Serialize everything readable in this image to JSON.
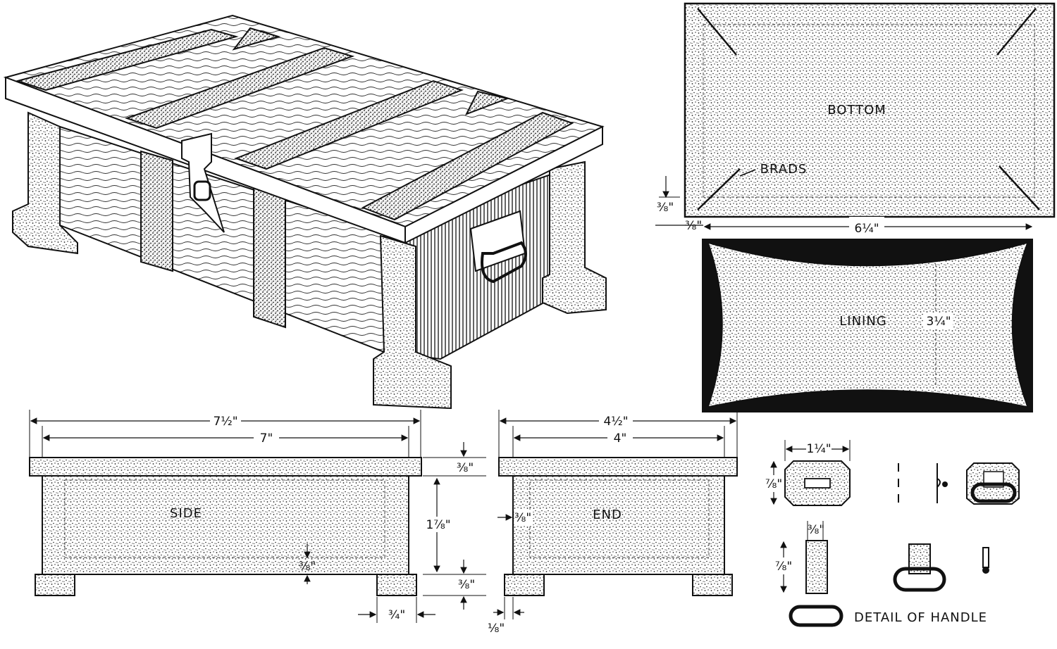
{
  "labels": {
    "bottom": "BOTTOM",
    "brads": "BRADS",
    "lining": "LINING",
    "side": "SIDE",
    "end": "END",
    "detail_of_handle": "DETAIL OF HANDLE"
  },
  "dimensions": {
    "bottom_width": "6¼\"",
    "bottom_border_v": "⅜\"",
    "bottom_border_h": "⅜\"",
    "lining_height": "3¼\"",
    "side_overall": "7½\"",
    "side_body": "7\"",
    "side_lid_thick": "⅜\"",
    "side_body_height": "1⅞\"",
    "side_base_height": "⅜\"",
    "side_inner": "⅜\"",
    "side_foot_width": "¾\"",
    "end_overall": "4½\"",
    "end_body": "4\"",
    "end_post": "⅜\"",
    "end_foot_offset": "⅛\"",
    "handle_plate_width": "1¼\"",
    "handle_plate_height": "⅞\"",
    "handle_strap_width": "⅜\"",
    "handle_strap_height": "⅞\""
  },
  "colors": {
    "ink": "#111111",
    "paper": "#ffffff",
    "stipple": "#cfcfcf"
  }
}
